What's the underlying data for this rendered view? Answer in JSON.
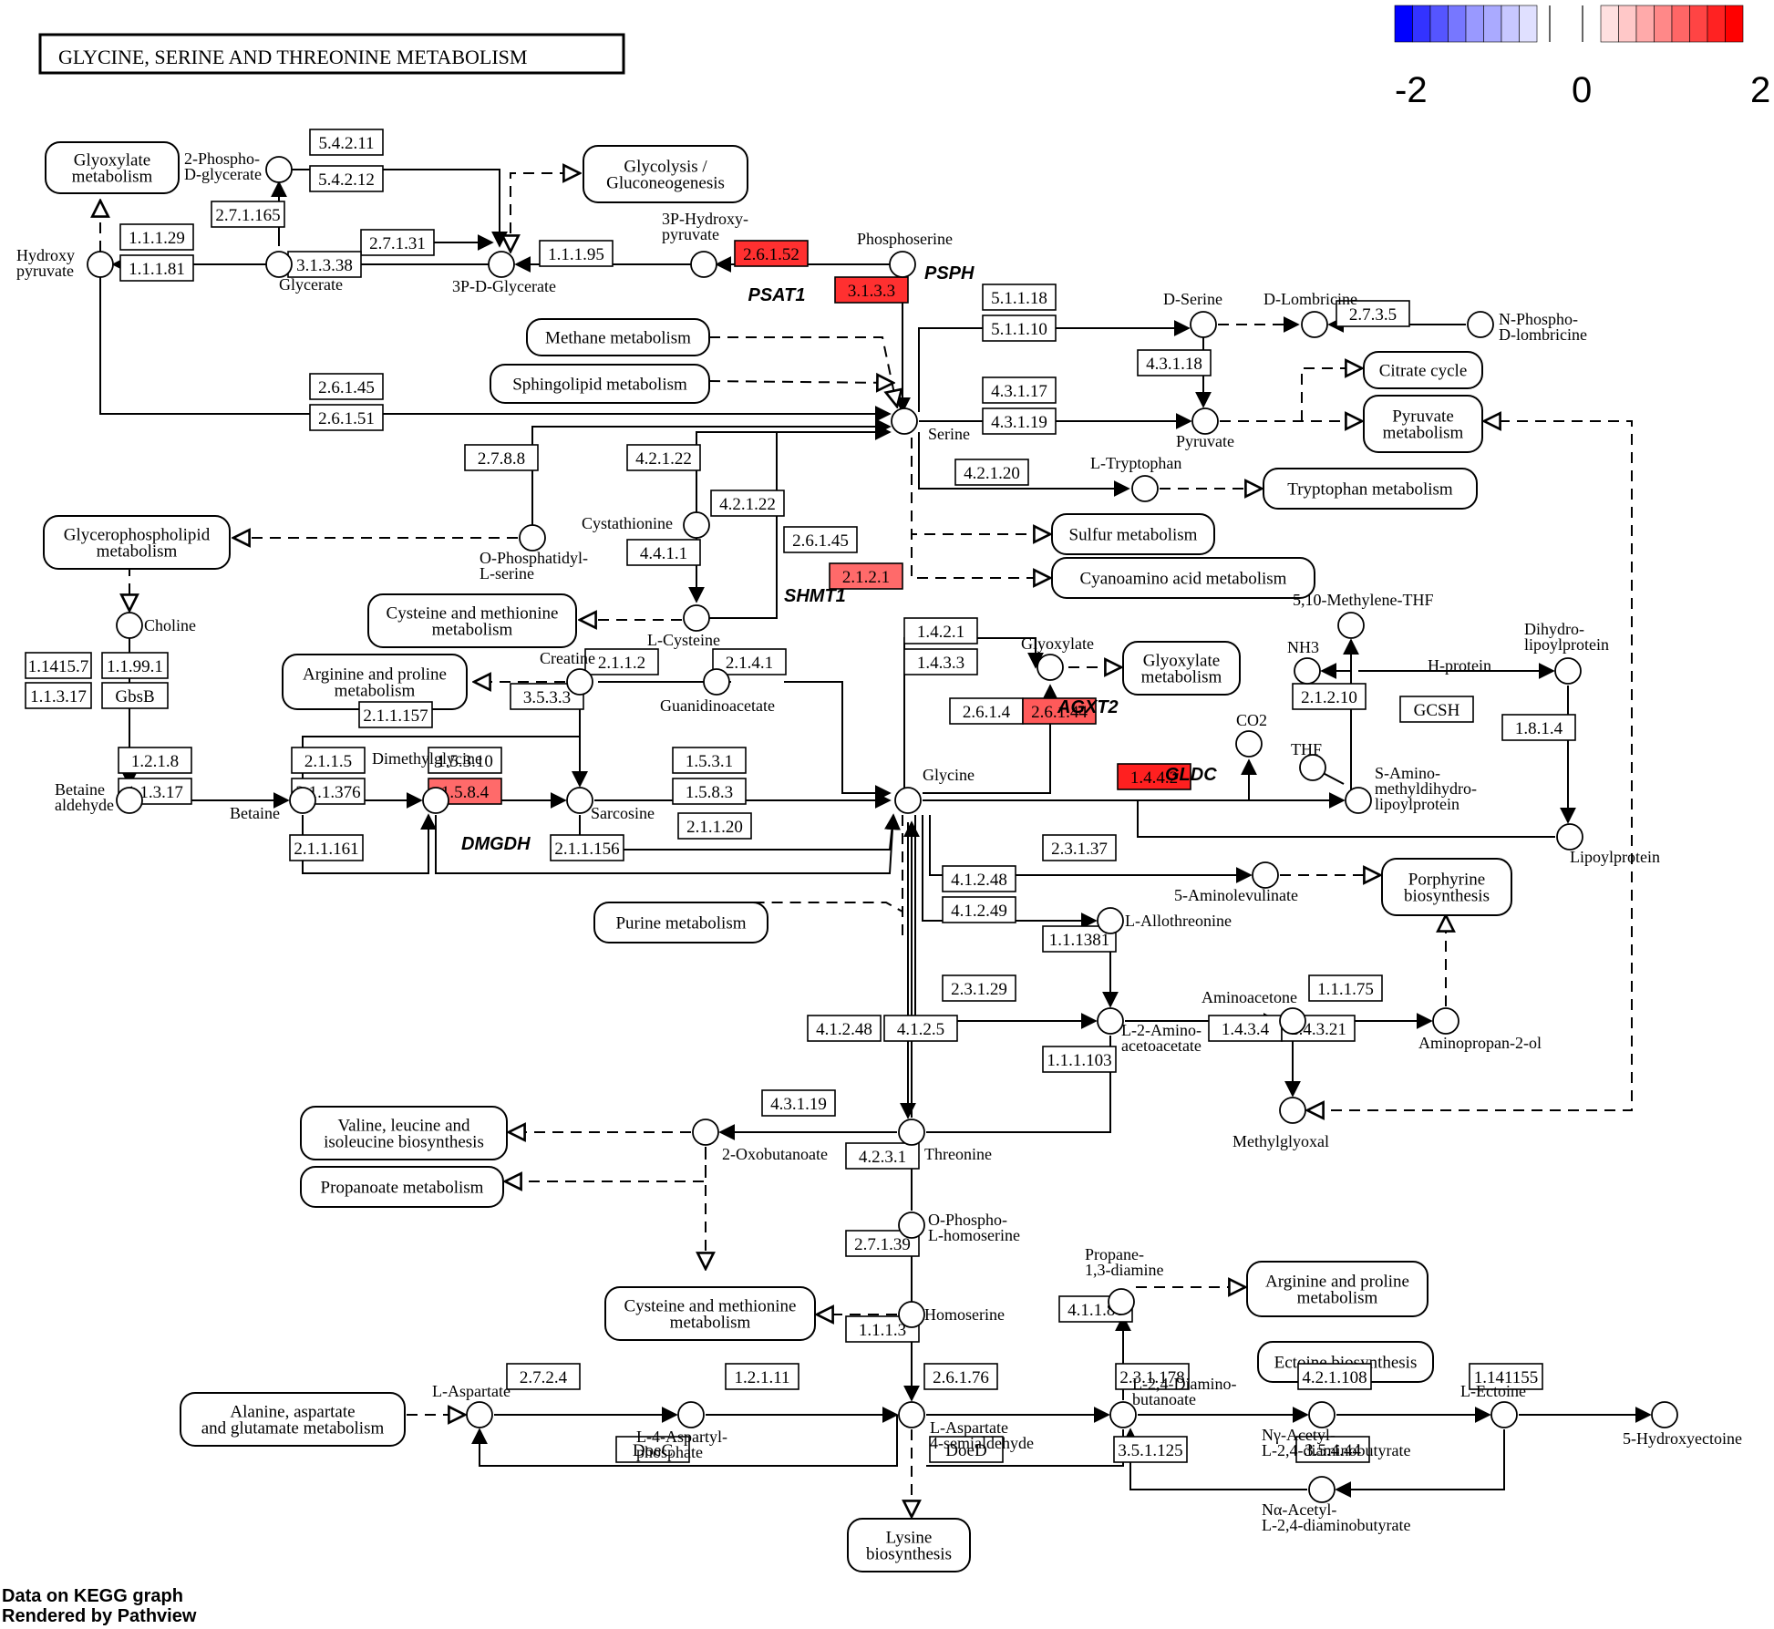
{
  "title": "GLYCINE, SERINE AND THREONINE METABOLISM",
  "legend": {
    "min_label": "-2",
    "mid_label": "0",
    "max_label": "2",
    "neg_colors": [
      "#0000ff",
      "#3333ff",
      "#5555ff",
      "#7777ff",
      "#9999ff",
      "#aaaaff",
      "#c8c8ff",
      "#e0e0ff"
    ],
    "pos_colors": [
      "#ffe0e0",
      "#ffc8c8",
      "#ffaaaa",
      "#ff8888",
      "#ff6666",
      "#ff4444",
      "#ff2222",
      "#ff0000"
    ]
  },
  "colors": {
    "high": "#ff2424",
    "mid_high": "#ff5050",
    "mid": "#ff6a6a",
    "box_border": "#000000",
    "line": "#000000"
  },
  "footer": {
    "line1": "Data on KEGG graph",
    "line2": "Rendered by Pathview"
  },
  "pathways": [
    {
      "id": "glyoxylate",
      "label": [
        "Glyoxylate",
        "metabolism"
      ]
    },
    {
      "id": "glycolysis",
      "label": [
        "Glycolysis /",
        "Gluconeogenesis"
      ]
    },
    {
      "id": "methane",
      "label": [
        "Methane metabolism"
      ]
    },
    {
      "id": "sphingolipid",
      "label": [
        "Sphingolipid metabolism"
      ]
    },
    {
      "id": "citrate",
      "label": [
        "Citrate cycle"
      ]
    },
    {
      "id": "pyruvate",
      "label": [
        "Pyruvate",
        "metabolism"
      ]
    },
    {
      "id": "tryptophan",
      "label": [
        "Tryptophan metabolism"
      ]
    },
    {
      "id": "sulfur",
      "label": [
        "Sulfur metabolism"
      ]
    },
    {
      "id": "cyanoamino",
      "label": [
        "Cyanoamino acid metabolism"
      ]
    },
    {
      "id": "glycerophospholipid",
      "label": [
        "Glycerophospholipid",
        "metabolism"
      ]
    },
    {
      "id": "cysmet1",
      "label": [
        "Cysteine and methionine",
        "metabolism"
      ]
    },
    {
      "id": "argpro1",
      "label": [
        "Arginine and proline",
        "metabolism"
      ]
    },
    {
      "id": "glyoxylate2",
      "label": [
        "Glyoxylate",
        "metabolism"
      ]
    },
    {
      "id": "porphyrine",
      "label": [
        "Porphyrine",
        "biosynthesis"
      ]
    },
    {
      "id": "purine",
      "label": [
        "Purine metabolism"
      ]
    },
    {
      "id": "valine",
      "label": [
        "Valine, leucine and",
        "isoleucine biosynthesis"
      ]
    },
    {
      "id": "propanoate",
      "label": [
        "Propanoate metabolism"
      ]
    },
    {
      "id": "cysmet2",
      "label": [
        "Cysteine and methionine",
        "metabolism"
      ]
    },
    {
      "id": "argpro2",
      "label": [
        "Arginine and proline",
        "metabolism"
      ]
    },
    {
      "id": "ectoine",
      "label": [
        "Ectoine biosynthesis"
      ]
    },
    {
      "id": "alanine",
      "label": [
        "Alanine, aspartate",
        "and glutamate metabolism"
      ]
    },
    {
      "id": "lysine",
      "label": [
        "Lysine",
        "biosynthesis"
      ]
    }
  ],
  "enzymes": [
    {
      "id": "e5.4.2.11",
      "label": "5.4.2.11"
    },
    {
      "id": "e5.4.2.12",
      "label": "5.4.2.12"
    },
    {
      "id": "e2.7.1.165",
      "label": "2.7.1.165"
    },
    {
      "id": "e1.1.1.29",
      "label": "1.1.1.29"
    },
    {
      "id": "e1.1.1.81",
      "label": "1.1.1.81"
    },
    {
      "id": "e2.7.1.31",
      "label": "2.7.1.31"
    },
    {
      "id": "e3.1.3.38",
      "label": "3.1.3.38"
    },
    {
      "id": "e1.1.1.95",
      "label": "1.1.1.95"
    },
    {
      "id": "e2.6.1.52",
      "label": "2.6.1.52",
      "color": "#ff3030"
    },
    {
      "id": "e3.1.3.3",
      "label": "3.1.3.3",
      "color": "#ff3030"
    },
    {
      "id": "e5.1.1.18",
      "label": "5.1.1.18"
    },
    {
      "id": "e5.1.1.10",
      "label": "5.1.1.10"
    },
    {
      "id": "e2.7.3.5",
      "label": "2.7.3.5"
    },
    {
      "id": "e4.3.1.18",
      "label": "4.3.1.18"
    },
    {
      "id": "e2.6.1.45a",
      "label": "2.6.1.45"
    },
    {
      "id": "e2.6.1.51",
      "label": "2.6.1.51"
    },
    {
      "id": "e4.3.1.17",
      "label": "4.3.1.17"
    },
    {
      "id": "e4.3.1.19a",
      "label": "4.3.1.19"
    },
    {
      "id": "e2.7.8.8",
      "label": "2.7.8.8"
    },
    {
      "id": "e4.2.1.22a",
      "label": "4.2.1.22"
    },
    {
      "id": "e4.2.1.22b",
      "label": "4.2.1.22"
    },
    {
      "id": "e4.2.1.20",
      "label": "4.2.1.20"
    },
    {
      "id": "e4.4.1.1",
      "label": "4.4.1.1"
    },
    {
      "id": "e2.6.1.45b",
      "label": "2.6.1.45"
    },
    {
      "id": "e2.1.2.1",
      "label": "2.1.2.1",
      "color": "#ff6a6a"
    },
    {
      "id": "e1.14.15.7",
      "label": "1.1415.7"
    },
    {
      "id": "e1.1.99.1",
      "label": "1.1.99.1"
    },
    {
      "id": "e1.1.3.17a",
      "label": "1.1.3.17"
    },
    {
      "id": "egbsB",
      "label": "GbsB"
    },
    {
      "id": "e2.1.1.2",
      "label": "2.1.1.2"
    },
    {
      "id": "e2.1.4.1",
      "label": "2.1.4.1"
    },
    {
      "id": "e1.4.2.1",
      "label": "1.4.2.1"
    },
    {
      "id": "e1.4.3.3",
      "label": "1.4.3.3"
    },
    {
      "id": "e3.5.3.3",
      "label": "3.5.3.3"
    },
    {
      "id": "e2.1.1.157",
      "label": "2.1.1.157"
    },
    {
      "id": "e2.6.1.4",
      "label": "2.6.1.4"
    },
    {
      "id": "e2.6.1.44",
      "label": "2.6.1.44",
      "color": "#ff5a5a"
    },
    {
      "id": "e2.1.2.10",
      "label": "2.1.2.10"
    },
    {
      "id": "egcsh",
      "label": "GCSH"
    },
    {
      "id": "e1.8.1.4",
      "label": "1.8.1.4"
    },
    {
      "id": "e1.2.1.8",
      "label": "1.2.1.8"
    },
    {
      "id": "e1.1.3.17b",
      "label": "1.1.3.17"
    },
    {
      "id": "e2.1.1.5",
      "label": "2.1.1.5"
    },
    {
      "id": "e2.1.1.376",
      "label": "2.1.1.376"
    },
    {
      "id": "e1.5.3.10",
      "label": "1.5.3.10"
    },
    {
      "id": "e1.5.8.4",
      "label": "1.5.8.4",
      "color": "#ff6a6a"
    },
    {
      "id": "e1.5.3.1",
      "label": "1.5.3.1"
    },
    {
      "id": "e1.5.8.3",
      "label": "1.5.8.3"
    },
    {
      "id": "e2.1.1.20",
      "label": "2.1.1.20"
    },
    {
      "id": "e1.4.4.2",
      "label": "1.4.4.2",
      "color": "#ff2020"
    },
    {
      "id": "e2.1.1.161",
      "label": "2.1.1.161"
    },
    {
      "id": "e2.1.1.156",
      "label": "2.1.1.156"
    },
    {
      "id": "e2.3.1.37",
      "label": "2.3.1.37"
    },
    {
      "id": "e4.1.2.48a",
      "label": "4.1.2.48"
    },
    {
      "id": "e4.1.2.49",
      "label": "4.1.2.49"
    },
    {
      "id": "e1.1.1.381",
      "label": "1.1.1381"
    },
    {
      "id": "e2.3.1.29",
      "label": "2.3.1.29"
    },
    {
      "id": "e1.1.1.75",
      "label": "1.1.1.75"
    },
    {
      "id": "e1.4.3.4",
      "label": "1.4.3.4"
    },
    {
      "id": "e1.4.3.21",
      "label": "1.4.3.21"
    },
    {
      "id": "e4.1.2.48b",
      "label": "4.1.2.48"
    },
    {
      "id": "e4.1.2.5",
      "label": "4.1.2.5"
    },
    {
      "id": "e1.1.1.103",
      "label": "1.1.1.103"
    },
    {
      "id": "e4.3.1.19b",
      "label": "4.3.1.19"
    },
    {
      "id": "e4.2.3.1",
      "label": "4.2.3.1"
    },
    {
      "id": "e2.7.1.39",
      "label": "2.7.1.39"
    },
    {
      "id": "e1.1.1.3",
      "label": "1.1.1.3"
    },
    {
      "id": "e4.1.1.86",
      "label": "4.1.1.86"
    },
    {
      "id": "e2.7.2.4",
      "label": "2.7.2.4"
    },
    {
      "id": "e1.2.1.11",
      "label": "1.2.1.11"
    },
    {
      "id": "e2.6.1.76",
      "label": "2.6.1.76"
    },
    {
      "id": "e2.3.1.178",
      "label": "2.3.1.178"
    },
    {
      "id": "e4.2.1.108",
      "label": "4.2.1.108"
    },
    {
      "id": "e1.14.11.55",
      "label": "1.141155"
    },
    {
      "id": "edoeC",
      "label": "DoeC"
    },
    {
      "id": "edoeD",
      "label": "DoeD"
    },
    {
      "id": "e3.5.1.125",
      "label": "3.5.1.125"
    },
    {
      "id": "e3.5.4.44",
      "label": "3.5.4.44"
    }
  ],
  "genes": [
    {
      "id": "psat1",
      "label": "PSAT1"
    },
    {
      "id": "psph",
      "label": "PSPH"
    },
    {
      "id": "shmt1",
      "label": "SHMT1"
    },
    {
      "id": "agxt2",
      "label": "AGXT2"
    },
    {
      "id": "gldc",
      "label": "GLDC"
    },
    {
      "id": "dmgdh",
      "label": "DMGDH"
    }
  ],
  "compounds": [
    {
      "id": "phosphoglycerate2",
      "label": [
        "2-Phospho-",
        "D-glycerate"
      ]
    },
    {
      "id": "glycerate",
      "label": [
        "Glycerate"
      ]
    },
    {
      "id": "hydroxypyruvate",
      "label": [
        "Hydroxy",
        "pyruvate"
      ]
    },
    {
      "id": "pg3",
      "label": [
        "3P-D-Glycerate"
      ]
    },
    {
      "id": "php3",
      "label": [
        "3P-Hydroxy-",
        "pyruvate"
      ]
    },
    {
      "id": "phosphoserine",
      "label": [
        "Phosphoserine"
      ]
    },
    {
      "id": "dserine",
      "label": [
        "D-Serine"
      ]
    },
    {
      "id": "dlombricine",
      "label": [
        "D-Lombricine"
      ]
    },
    {
      "id": "nplombricine",
      "label": [
        "N-Phospho-",
        "D-lombricine"
      ]
    },
    {
      "id": "pyruvate_c",
      "label": [
        "Pyruvate"
      ]
    },
    {
      "id": "serine",
      "label": [
        "Serine"
      ]
    },
    {
      "id": "ltryptophan",
      "label": [
        "L-Tryptophan"
      ]
    },
    {
      "id": "cystathionine",
      "label": [
        "Cystathionine"
      ]
    },
    {
      "id": "ophosphatidyl",
      "label": [
        "O-Phosphatidyl-",
        "L-serine"
      ]
    },
    {
      "id": "choline",
      "label": [
        "Choline"
      ]
    },
    {
      "id": "lcysteine",
      "label": [
        "L-Cysteine"
      ]
    },
    {
      "id": "methylenethf",
      "label": [
        "5,10-Methylene-THF"
      ]
    },
    {
      "id": "dihydrolipo",
      "label": [
        "Dihydro-",
        "lipoylprotein"
      ]
    },
    {
      "id": "creatine",
      "label": [
        "Creatine"
      ]
    },
    {
      "id": "guanidinoacetate",
      "label": [
        "Guanidinoacetate"
      ]
    },
    {
      "id": "glyoxylate_c",
      "label": [
        "Glyoxylate"
      ]
    },
    {
      "id": "nh3",
      "label": [
        "NH3"
      ]
    },
    {
      "id": "hprotein",
      "label": [
        "H-protein"
      ]
    },
    {
      "id": "co2",
      "label": [
        "CO2"
      ]
    },
    {
      "id": "thf",
      "label": [
        "THF"
      ]
    },
    {
      "id": "dimethylglycine",
      "label": [
        "Dimethylglycine"
      ]
    },
    {
      "id": "betaine_ald",
      "label": [
        "Betaine",
        "aldehyde"
      ]
    },
    {
      "id": "betaine",
      "label": [
        "Betaine"
      ]
    },
    {
      "id": "sarcosine",
      "label": [
        "Sarcosine"
      ]
    },
    {
      "id": "glycine",
      "label": [
        "Glycine"
      ]
    },
    {
      "id": "samino",
      "label": [
        "S-Amino-",
        "methyldihydro-",
        "lipoylprotein"
      ]
    },
    {
      "id": "lipoylprotein",
      "label": [
        "Lipoylprotein"
      ]
    },
    {
      "id": "aminolevulinate",
      "label": [
        "5-Aminolevulinate"
      ]
    },
    {
      "id": "lallothreonine",
      "label": [
        "L-Allothreonine"
      ]
    },
    {
      "id": "aminoacetone",
      "label": [
        "Aminoacetone"
      ]
    },
    {
      "id": "l2amino",
      "label": [
        "L-2-Amino-",
        "acetoacetate"
      ]
    },
    {
      "id": "aminopropanol",
      "label": [
        "Aminopropan-2-ol"
      ]
    },
    {
      "id": "methylglyoxal",
      "label": [
        "Methylglyoxal"
      ]
    },
    {
      "id": "oxobutanoate",
      "label": [
        "2-Oxobutanoate"
      ]
    },
    {
      "id": "threonine",
      "label": [
        "Threonine"
      ]
    },
    {
      "id": "ophosphohomo",
      "label": [
        "O-Phospho-",
        "L-homoserine"
      ]
    },
    {
      "id": "homoserine",
      "label": [
        "Homoserine"
      ]
    },
    {
      "id": "propanediamine",
      "label": [
        "Propane-",
        "1,3-diamine"
      ]
    },
    {
      "id": "laspartate",
      "label": [
        "L-Aspartate"
      ]
    },
    {
      "id": "l4aspartyl",
      "label": [
        "L-4-Aspartyl-",
        "phosphate"
      ]
    },
    {
      "id": "lasa",
      "label": [
        "L-Aspartate",
        "4-semialdehyde"
      ]
    },
    {
      "id": "diaminobut",
      "label": [
        "L-2,4-Diamino-",
        "butanoate"
      ]
    },
    {
      "id": "nyacetyl",
      "label": [
        "Nγ-Acetyl-",
        "L-2,4-diaminobutyrate"
      ]
    },
    {
      "id": "lectoine",
      "label": [
        "L-Ectoine"
      ]
    },
    {
      "id": "hydroxyectoine",
      "label": [
        "5-Hydroxyectoine"
      ]
    },
    {
      "id": "naacetyl",
      "label": [
        "Nα-Acetyl-",
        "L-2,4-diaminobutyrate"
      ]
    }
  ]
}
